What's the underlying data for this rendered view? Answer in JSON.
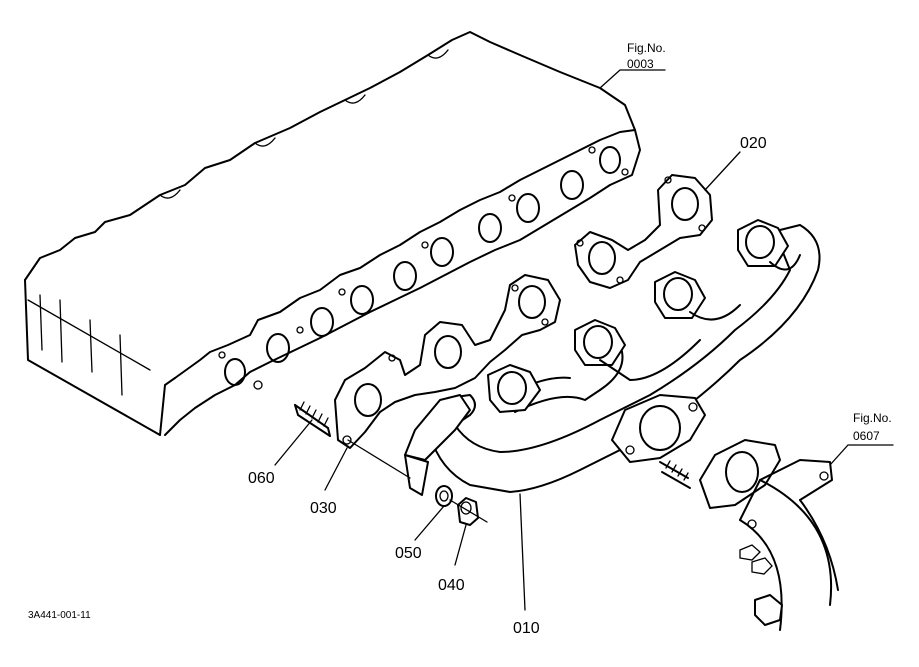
{
  "diagram": {
    "fig_refs": [
      {
        "line1": "Fig.No.",
        "line2": "0003"
      },
      {
        "line1": "Fig.No.",
        "line2": "0607"
      }
    ],
    "parts": [
      {
        "number": "020",
        "part": "exhaust manifold gasket (rear)"
      },
      {
        "number": "030",
        "part": "exhaust manifold gasket (front)"
      },
      {
        "number": "060",
        "part": "stud bolt"
      },
      {
        "number": "050",
        "part": "washer"
      },
      {
        "number": "040",
        "part": "nut"
      },
      {
        "number": "010",
        "part": "exhaust manifold"
      }
    ],
    "drawing_code": "3A441-001-11"
  }
}
